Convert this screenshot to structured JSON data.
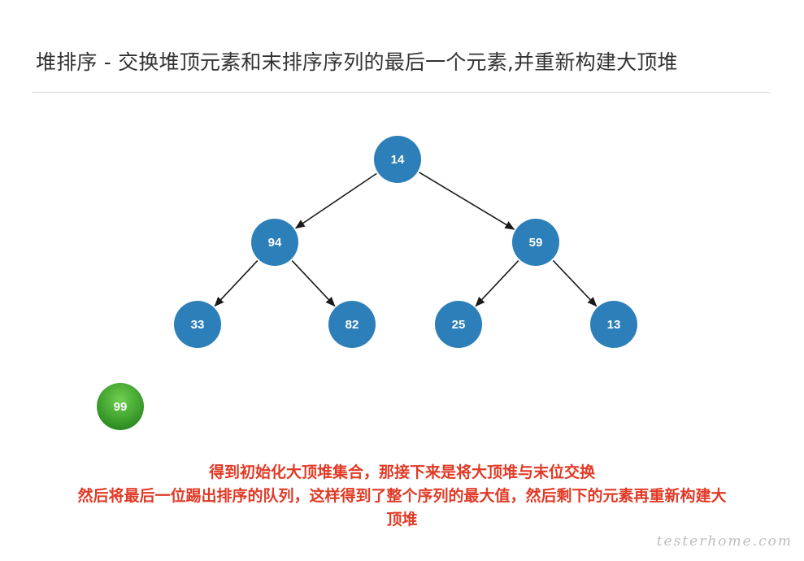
{
  "title": "堆排序 - 交换堆顶元素和末排序序列的最后一个元素,并重新构建大顶堆",
  "colors": {
    "node_fill": "#2c7fb8",
    "removed_fill": "#3aa12e",
    "edge": "#1a1a1a",
    "caption": "#e03a26"
  },
  "tree": {
    "nodes": [
      {
        "id": "n0",
        "value": "14"
      },
      {
        "id": "n1",
        "value": "94"
      },
      {
        "id": "n2",
        "value": "59"
      },
      {
        "id": "n3",
        "value": "33"
      },
      {
        "id": "n4",
        "value": "82"
      },
      {
        "id": "n5",
        "value": "25"
      },
      {
        "id": "n6",
        "value": "13"
      }
    ],
    "edges": [
      {
        "from": "n0",
        "to": "n1"
      },
      {
        "from": "n0",
        "to": "n2"
      },
      {
        "from": "n1",
        "to": "n3"
      },
      {
        "from": "n1",
        "to": "n4"
      },
      {
        "from": "n2",
        "to": "n5"
      },
      {
        "from": "n2",
        "to": "n6"
      }
    ],
    "removed": {
      "id": "r0",
      "value": "99"
    }
  },
  "caption": {
    "lines": [
      "得到初始化大顶堆集合，那接下来是将大顶堆与末位交换",
      "然后将最后一位踢出排序的队列，这样得到了整个序列的最大值，然后剩下的元素再重新构建大",
      "顶堆"
    ]
  },
  "watermark": "testerhome.com"
}
